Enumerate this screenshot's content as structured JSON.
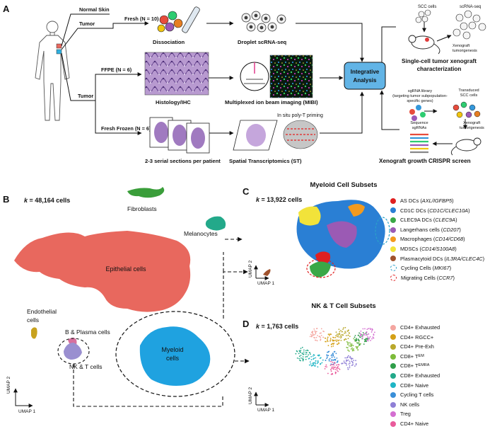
{
  "panels": {
    "a": "A",
    "b": "B",
    "c": "C",
    "d": "D"
  },
  "panel_a": {
    "normal_skin": "Normal Skin",
    "tumor_top": "Tumor",
    "tumor_bottom": "Tumor",
    "fresh": "Fresh (N = 10)",
    "ffpe": "FFPE (N = 6)",
    "fresh_frozen": "Fresh Frozen (N = 6)",
    "dissociation": "Dissociation",
    "droplet": "Droplet scRNA-seq",
    "histology": "Histology/IHC",
    "mibi": "Multiplexed ion beam imaging (MIBI)",
    "serial": "2-3 serial sections per patient",
    "st": "Spatial Transcriptomics (ST)",
    "insitu": "In situ poly-T priming",
    "integrative_1": "Integrative",
    "integrative_2": "Analysis",
    "scc_cells": "SCC cells",
    "scrnaseq": "scRNA-seq",
    "xeno_tum_top_1": "Xenograft",
    "xeno_tum_top_2": "tumorigenesis",
    "single_cell_1": "Single-cell tumor xenograft",
    "single_cell_2": "characterization",
    "sgrna_lib_1": "sgRNA library",
    "sgrna_lib_2": "(targeting tumor subpopulation-",
    "sgrna_lib_3": "specific genes)",
    "transduced_1": "Transduced",
    "transduced_2": "SCC cells",
    "xeno_tum_bot_1": "Xenograft",
    "xeno_tum_bot_2": "tumorigenesis",
    "sequence_1": "Sequence",
    "sequence_2": "sgRNAs",
    "xeno_crispr": "Xenograft growth CRISPR screen"
  },
  "panel_b": {
    "k_label": "k",
    "k_value": " = 48,164 cells",
    "fibroblasts": "Fibroblasts",
    "melanocytes": "Melanocytes",
    "epithelial": "Epithelial cells",
    "endothelial_1": "Endothelial",
    "endothelial_2": "cells",
    "b_plasma": "B & Plasma cells",
    "nk_t": "NK & T cells",
    "myeloid_1": "Myeloid",
    "myeloid_2": "cells",
    "umap1": "UMAP 1",
    "umap2": "UMAP 2"
  },
  "panel_c": {
    "title": "Myeloid Cell Subsets",
    "k_label": "k",
    "k_value": " = 13,922 cells",
    "umap1": "UMAP 1",
    "umap2": "UMAP 2",
    "legend": [
      {
        "name": "AS DCs",
        "gene": "AXL/IGFBP5",
        "color": "#e02020"
      },
      {
        "name": "CD1C DCs",
        "gene": "CD1C/CLEC10A",
        "color": "#2a7fd4"
      },
      {
        "name": "CLEC9A DCs",
        "gene": "CLEC9A",
        "color": "#3aa847"
      },
      {
        "name": "Langerhans cells",
        "gene": "CD207",
        "color": "#9b5ab4"
      },
      {
        "name": "Macrophages",
        "gene": "CD14/CD68",
        "color": "#f39a1e"
      },
      {
        "name": "MDSCs",
        "gene": "CD14/S100A8",
        "color": "#f2e33a"
      },
      {
        "name": "Plasmacytoid DCs",
        "gene": "IL3RA/CLEC4C",
        "color": "#a0522d"
      }
    ],
    "outline_legend": [
      {
        "name": "Cycling Cells",
        "gene": "MKI67",
        "color": "#2aa1c9"
      },
      {
        "name": "Migrating Cells",
        "gene": "CCR7",
        "color": "#e02020"
      }
    ]
  },
  "panel_d": {
    "title": "NK & T Cell Subsets",
    "k_label": "k",
    "k_value": " = 1,763 cells",
    "umap1": "UMAP 1",
    "umap2": "UMAP 2",
    "legend": [
      {
        "name": "CD4+ Exhausted",
        "sub": "",
        "color": "#f4a6a0"
      },
      {
        "name": "CD4+ RGCC+",
        "sub": "",
        "color": "#d4a017"
      },
      {
        "name": "CD4+ Pre-Exh",
        "sub": "",
        "color": "#b9a82c"
      },
      {
        "name": "CD8+ T",
        "sub": "EM",
        "color": "#7dbb3a"
      },
      {
        "name": "CD8+ T",
        "sub": "EMRA",
        "color": "#2f9e4a"
      },
      {
        "name": "CD8+ Exhausted",
        "sub": "",
        "color": "#23a98a"
      },
      {
        "name": "CD8+ Naive",
        "sub": "",
        "color": "#1fb5c5"
      },
      {
        "name": "Cycling T cells",
        "sub": "",
        "color": "#3a8fd8"
      },
      {
        "name": "NK cells",
        "sub": "",
        "color": "#8f7fd6"
      },
      {
        "name": "Treg",
        "sub": "",
        "color": "#d46fd1"
      },
      {
        "name": "CD4+ Naive",
        "sub": "",
        "color": "#e95b9b"
      }
    ]
  },
  "colors": {
    "epithelial": "#e8685e",
    "myeloid": "#1fa2e0",
    "fibro": "#3a9e3a",
    "melano": "#23a98a",
    "endo": "#c8a21e",
    "bplasma": "#d8709e",
    "nkt": "#9a8fd0",
    "analysis": "#62b4e6"
  }
}
